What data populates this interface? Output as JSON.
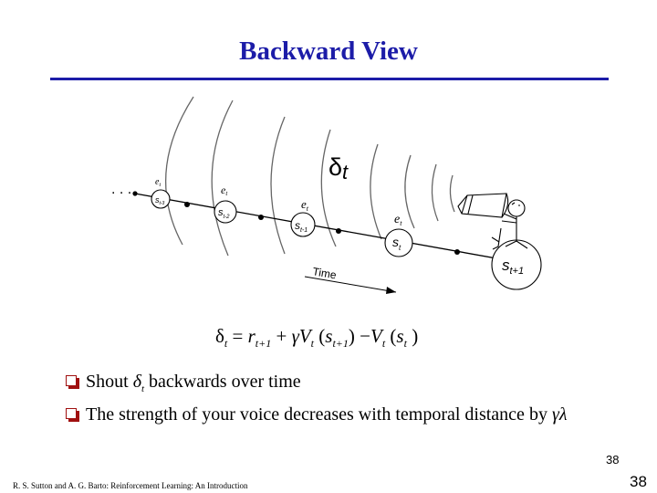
{
  "slide": {
    "title": "Backward View",
    "footer": "R. S. Sutton and A. G. Barto: Reinforcement Learning: An Introduction",
    "page_number_inner": "38",
    "page_number": "38"
  },
  "diagram": {
    "ellipsis": ". . .",
    "delta_symbol": "δ",
    "delta_subscript": "t",
    "time_label": "Time",
    "trace_label": "e",
    "trace_subscript": "t",
    "states": [
      {
        "letter": "s",
        "sub": "t-3"
      },
      {
        "letter": "s",
        "sub": "t-2"
      },
      {
        "letter": "s",
        "sub": "t-1"
      },
      {
        "letter": "s",
        "sub": "t"
      },
      {
        "letter": "s",
        "sub": "t+1"
      }
    ]
  },
  "equation": {
    "delta": "δ",
    "t": "t",
    "equals": " = ",
    "r": "r",
    "t1": "t+1",
    "plus": " + ",
    "gamma": "γ",
    "V": "V",
    "open": " (",
    "s": "s",
    "close": ") ",
    "minus": "−",
    "open2": " (",
    "close2": " )"
  },
  "bullets": {
    "b1_pre": "Shout ",
    "delta_sym": "δ",
    "delta_sub": "t",
    "b1_post": " backwards over time",
    "b2_text": "The strength of your voice decreases with temporal distance by ",
    "gamma_lambda": "γλ"
  }
}
